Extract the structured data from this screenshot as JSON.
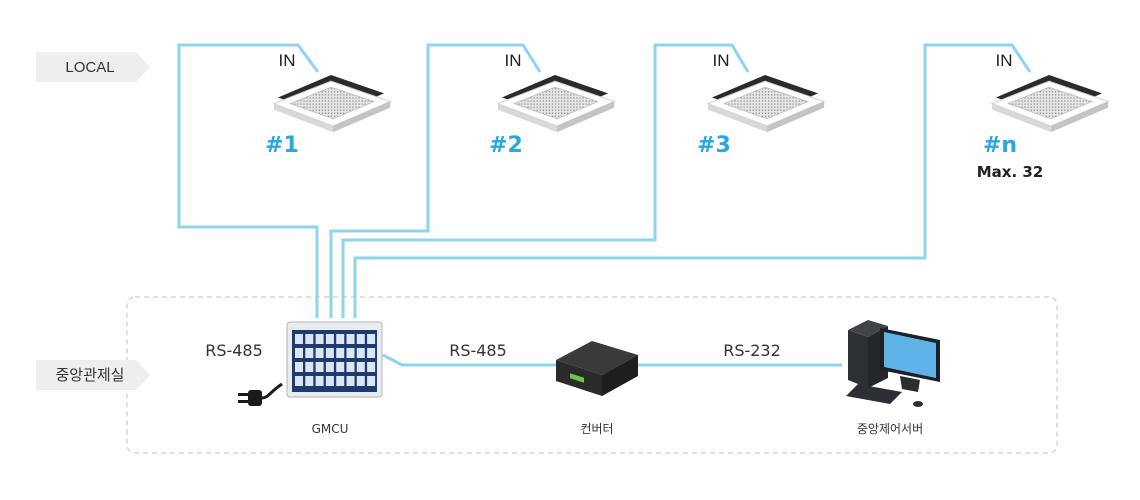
{
  "zones": {
    "local": {
      "label": "LOCAL"
    },
    "central": {
      "label": "중앙관제실"
    }
  },
  "indoor_units": [
    {
      "id": "#1",
      "port": "IN",
      "note": ""
    },
    {
      "id": "#2",
      "port": "IN",
      "note": ""
    },
    {
      "id": "#3",
      "port": "IN",
      "note": ""
    },
    {
      "id": "#n",
      "port": "IN",
      "note": "Max. 32"
    }
  ],
  "devices": {
    "gmcu": {
      "label": "GMCU"
    },
    "converter": {
      "label": "컨버터"
    },
    "server": {
      "label": "중앙제어서버"
    }
  },
  "links": {
    "gmcu_to_converter": "RS-485",
    "converter_to_server": "RS-232",
    "power_side": "RS-485"
  },
  "colors": {
    "line": "#8fd3ee",
    "accent": "#29a8e0",
    "zone_tag": "#eeeeee",
    "frame": "#cccccc"
  }
}
